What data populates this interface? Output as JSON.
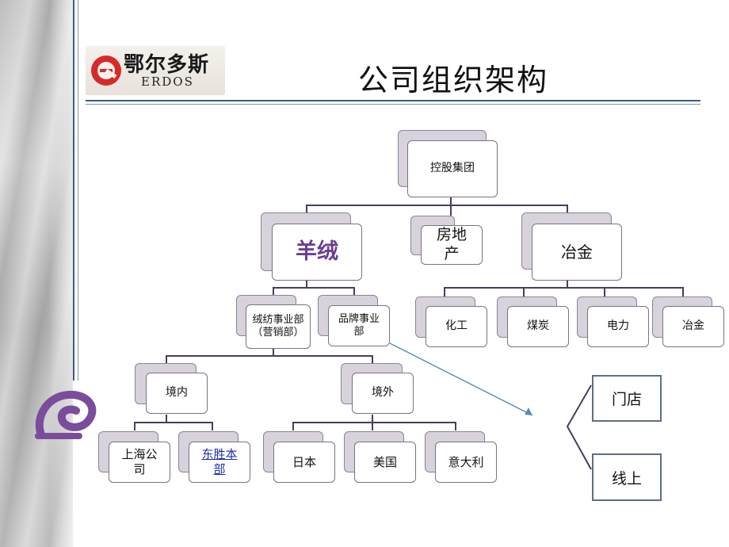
{
  "slide": {
    "title": "公司组织架构",
    "logo": {
      "brand_cn": "鄂尔多斯",
      "brand_en": "ERDOS"
    }
  },
  "org": {
    "root": "控股集团",
    "level1": {
      "yangrong": "羊绒",
      "fangdichan": "房地产",
      "yejin": "冶金"
    },
    "yangrong_children": {
      "fangzhi": "绒纺事业部（营销部）",
      "pinpai": "品牌事业部"
    },
    "yejin_children": [
      "化工",
      "煤炭",
      "电力",
      "冶金"
    ],
    "fangzhi_children": {
      "jingnei": "境内",
      "jingwai": "境外"
    },
    "jingnei_children": {
      "shanghai": "上海公司",
      "dongsheng": "东胜本部"
    },
    "jingwai_children": [
      "日本",
      "美国",
      "意大利"
    ]
  },
  "channels": {
    "store": "门店",
    "online": "线上"
  },
  "colors": {
    "node_border": "#7b7283",
    "node_shadow": "#d7d2dc",
    "connector": "#4b3c5e",
    "arrow": "#5b8fb3",
    "accent_purple": "#7a4d9c",
    "header_rule": "#3f5a86"
  }
}
